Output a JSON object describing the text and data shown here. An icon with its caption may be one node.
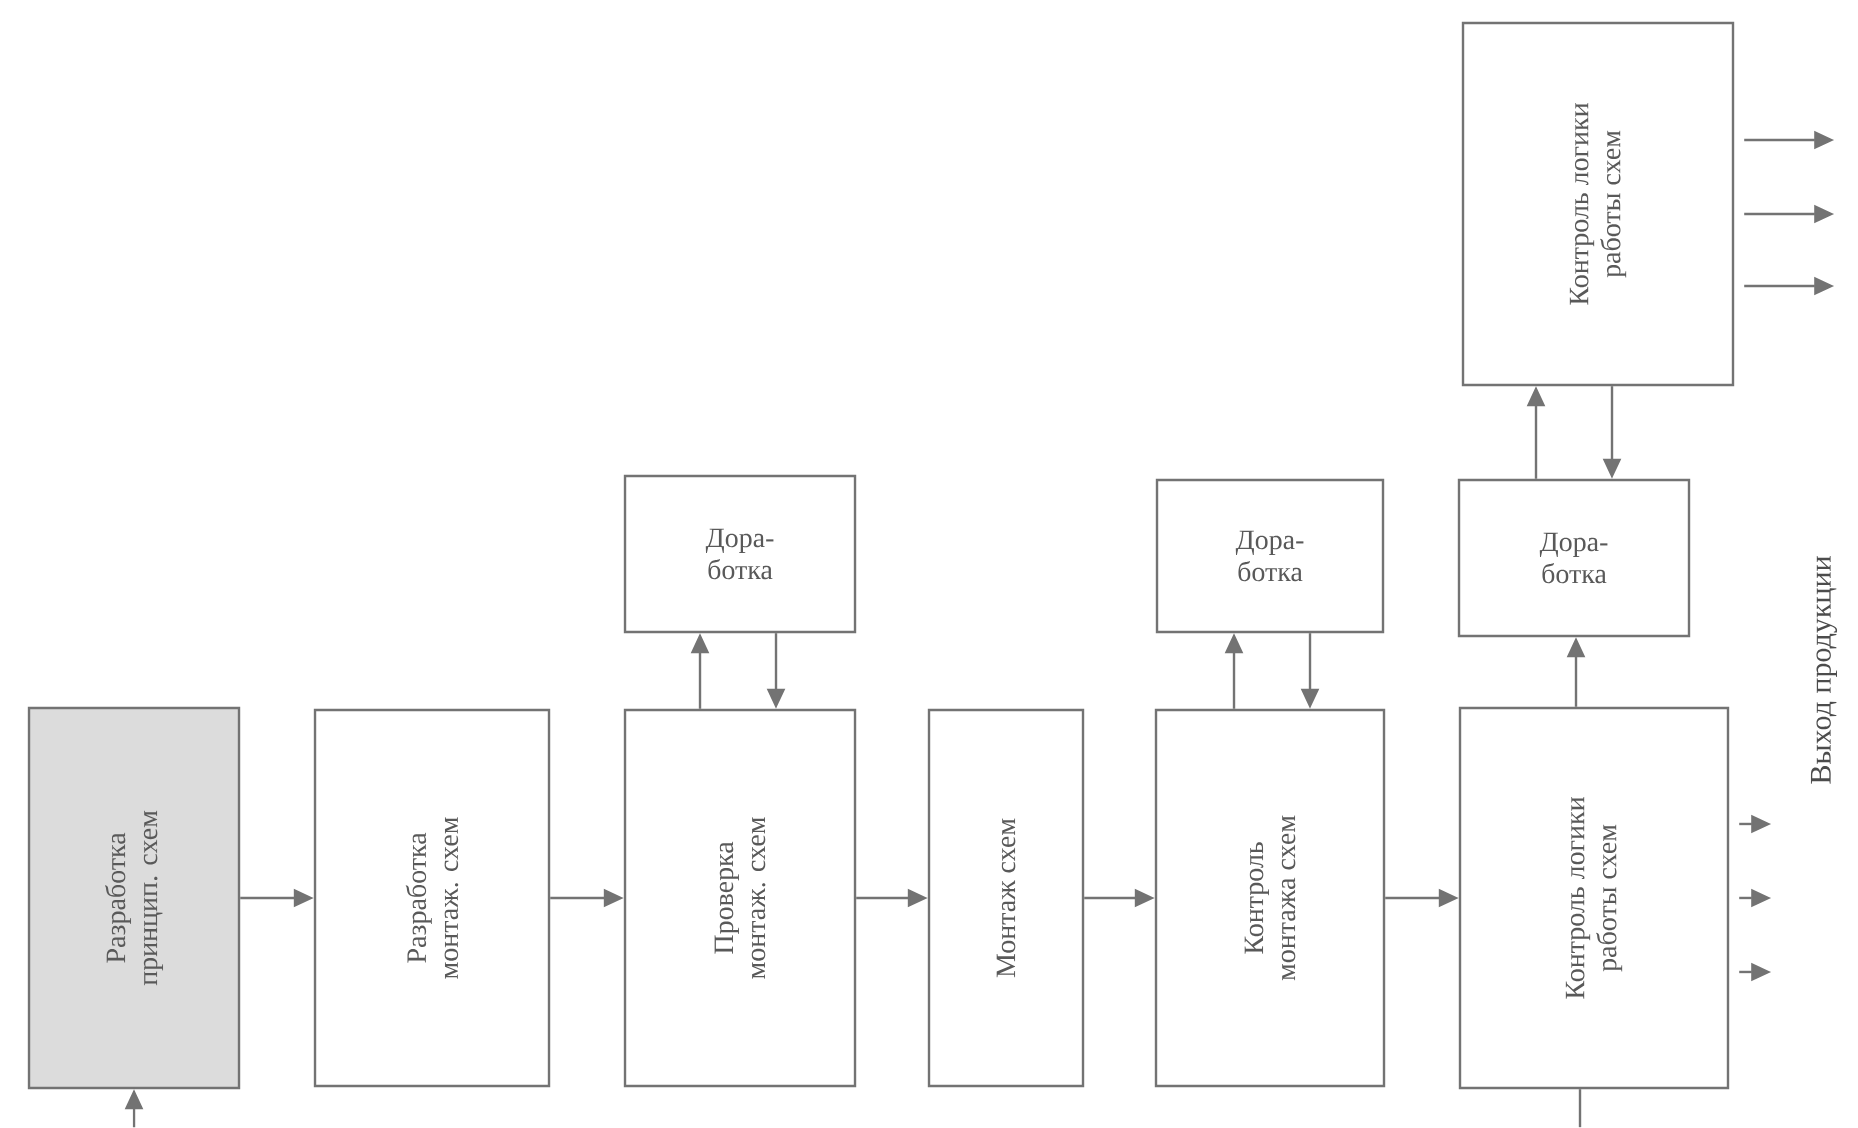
{
  "diagram": {
    "nodes": [
      {
        "text": [
          "Разработка принцип. схем"
        ]
      },
      {
        "text": [
          "Разработка монтаж. схем"
        ]
      },
      {
        "text": [
          "Проверка монтаж. схем"
        ]
      },
      {
        "text": [
          "Дора- ботка"
        ]
      },
      {
        "text": [
          "Монтаж схем"
        ]
      },
      {
        "text": [
          "Контроль монтажа схем"
        ]
      },
      {
        "text": [
          "Дора- ботка"
        ]
      },
      {
        "text": [
          "Контроль логики работы схем"
        ]
      },
      {
        "text": [
          "Дора- ботка"
        ]
      },
      {
        "text": [
          "Контроль логики работы схем"
        ]
      }
    ],
    "edges": [
      {
        "from": null,
        "to": 0,
        "arrow": "to"
      },
      {
        "from": 0,
        "to": 1,
        "arrow": "to"
      },
      {
        "from": 1,
        "to": 2,
        "arrow": "to"
      },
      {
        "from": 2,
        "to": 4,
        "arrow": "to"
      },
      {
        "from": 4,
        "to": 5,
        "arrow": "to"
      },
      {
        "from": 5,
        "to": 7,
        "arrow": "to"
      },
      {
        "from": 2,
        "to": 3,
        "arrow": "to"
      },
      {
        "from": 3,
        "to": 2,
        "arrow": "to"
      },
      {
        "from": 5,
        "to": 6,
        "arrow": "to"
      },
      {
        "from": 6,
        "to": 5,
        "arrow": "to"
      },
      {
        "from": 7,
        "to": 8,
        "arrow": "to"
      },
      {
        "from": 8,
        "to": 9,
        "arrow": "to"
      },
      {
        "from": 9,
        "to": 8,
        "arrow": "to"
      },
      {
        "from": 7,
        "to": null,
        "arrow": "to"
      },
      {
        "from": 7,
        "to": null,
        "arrow": "to"
      },
      {
        "from": 7,
        "to": null,
        "arrow": "to"
      },
      {
        "from": 7,
        "to": null,
        "arrow": "none"
      },
      {
        "from": 9,
        "to": null,
        "arrow": "to"
      },
      {
        "from": 9,
        "to": null,
        "arrow": "to"
      },
      {
        "from": 9,
        "to": null,
        "arrow": "to"
      }
    ],
    "labels": [
      "Выход продукции"
    ]
  }
}
